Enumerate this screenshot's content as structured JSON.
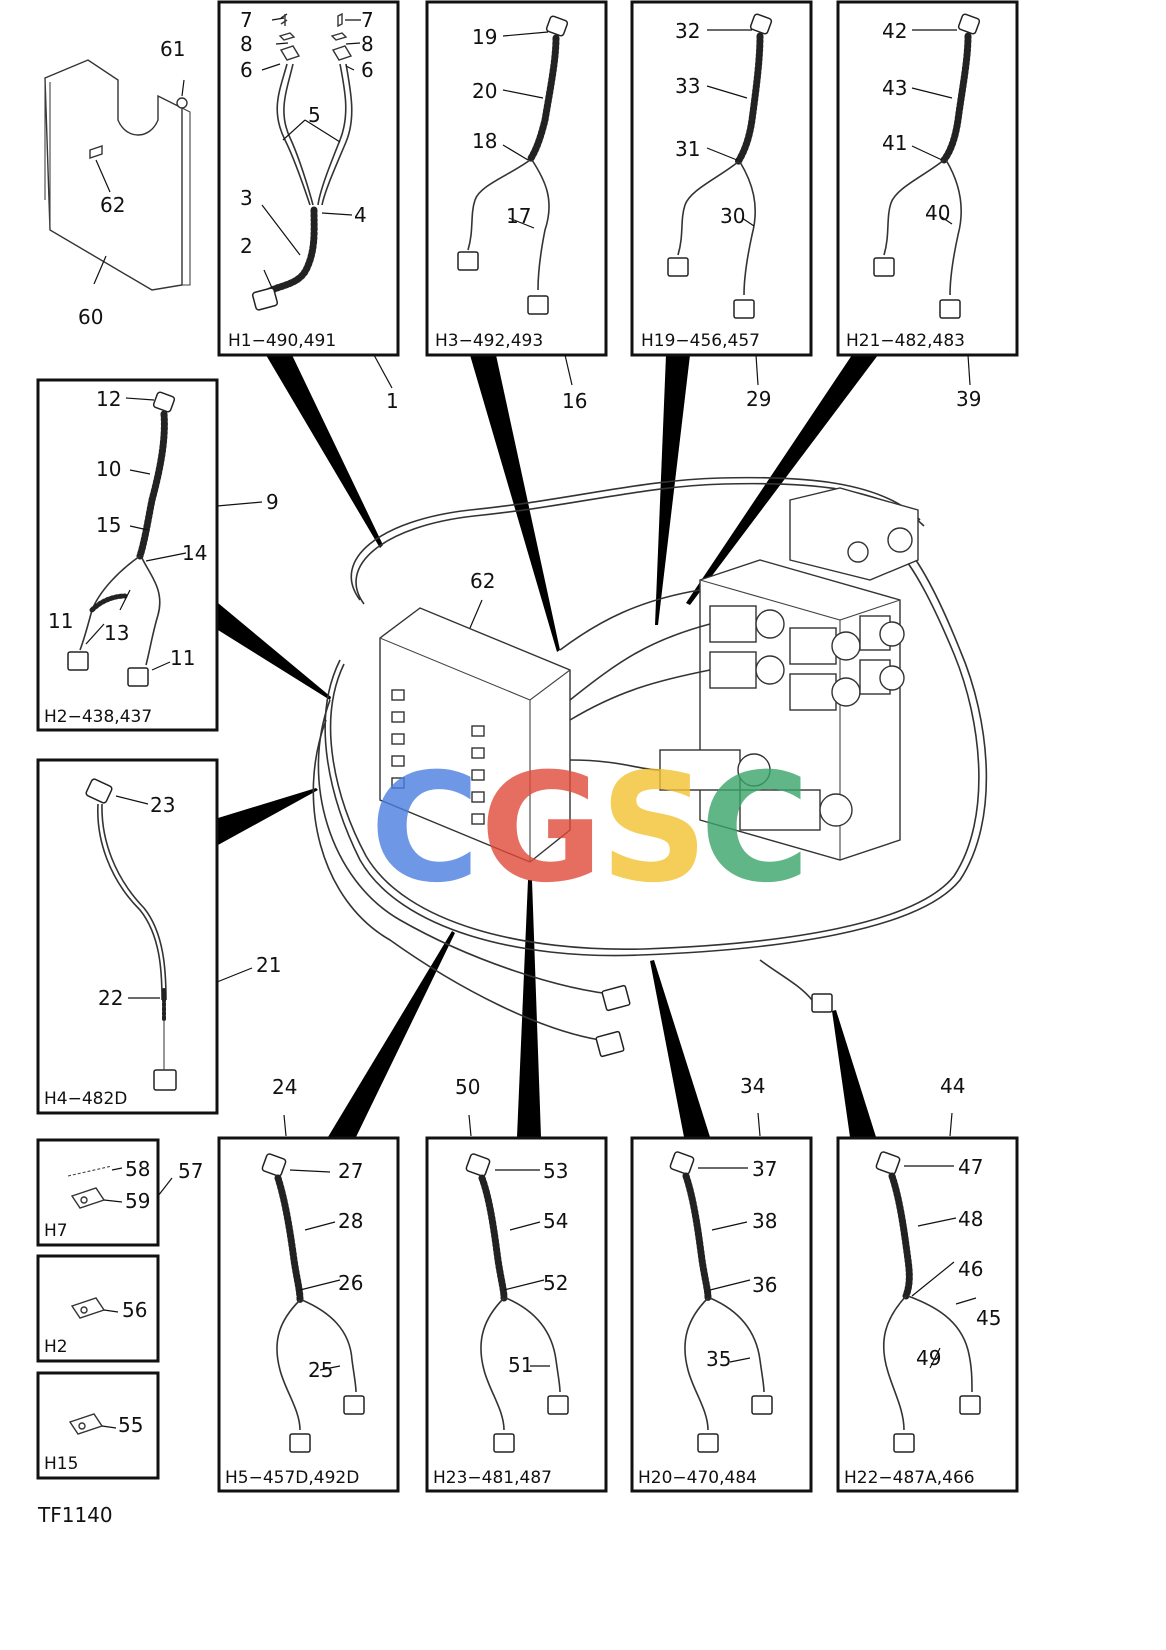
{
  "figure_id": "TF1140",
  "panels": [
    {
      "id": "H1",
      "caption": "H1−490,491",
      "ref": "1"
    },
    {
      "id": "H3",
      "caption": "H3−492,493",
      "ref": "16"
    },
    {
      "id": "H19",
      "caption": "H19−456,457",
      "ref": "29"
    },
    {
      "id": "H21",
      "caption": "H21−482,483",
      "ref": "39"
    },
    {
      "id": "H2",
      "caption": "H2−438,437",
      "ref": "9"
    },
    {
      "id": "H4",
      "caption": "H4−482D",
      "ref": "21"
    },
    {
      "id": "H5",
      "caption": "H5−457D,492D",
      "ref": "24"
    },
    {
      "id": "H23",
      "caption": "H23−481,487",
      "ref": "50"
    },
    {
      "id": "H20",
      "caption": "H20−470,484",
      "ref": "34"
    },
    {
      "id": "H22",
      "caption": "H22−487A,466",
      "ref": "44"
    },
    {
      "id": "H7s",
      "caption": "H7"
    },
    {
      "id": "H2s",
      "caption": "H2"
    },
    {
      "id": "H15s",
      "caption": "H15"
    }
  ],
  "callouts": {
    "h1": [
      "7",
      "7",
      "8",
      "8",
      "6",
      "6",
      "5",
      "3",
      "4",
      "2"
    ],
    "h3": [
      "19",
      "20",
      "18",
      "17"
    ],
    "h19": [
      "32",
      "33",
      "31",
      "30"
    ],
    "h21": [
      "42",
      "43",
      "41",
      "40"
    ],
    "h2": [
      "12",
      "10",
      "15",
      "14",
      "11",
      "13",
      "11"
    ],
    "h4": [
      "23",
      "22"
    ],
    "h5": [
      "27",
      "28",
      "26",
      "25"
    ],
    "h23": [
      "53",
      "54",
      "52",
      "51"
    ],
    "h20": [
      "37",
      "38",
      "36",
      "35"
    ],
    "h22": [
      "47",
      "48",
      "46",
      "45",
      "49"
    ],
    "small": [
      "58",
      "59",
      "57",
      "56",
      "55"
    ],
    "plate": [
      "61",
      "62",
      "60"
    ],
    "main": [
      "62"
    ]
  },
  "watermark": {
    "letters": [
      "C",
      "G",
      "S",
      "C"
    ],
    "colors": [
      "#4a7fe0",
      "#e04a3a",
      "#f2c230",
      "#3aa46a"
    ]
  }
}
